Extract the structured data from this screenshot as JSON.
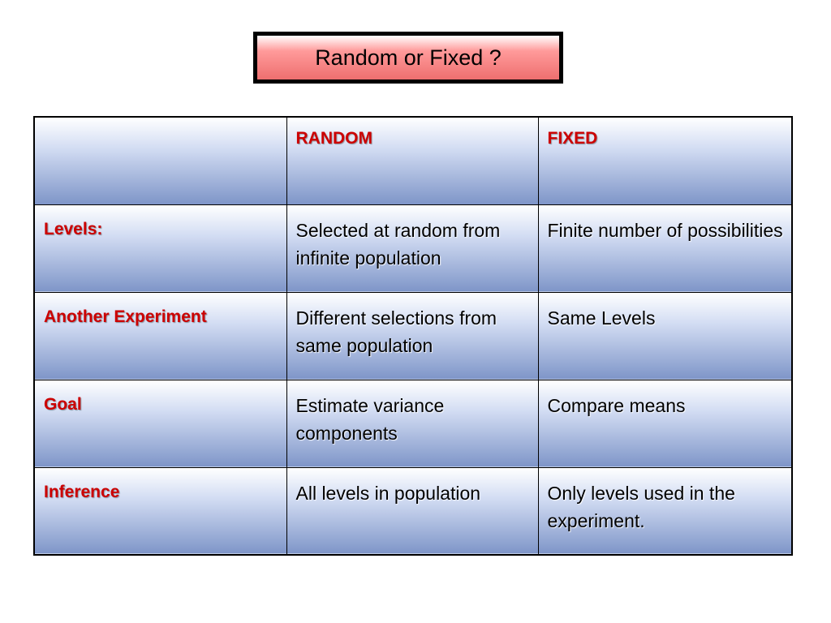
{
  "title": "Random or Fixed ?",
  "table": {
    "header": [
      "",
      "RANDOM",
      "FIXED"
    ],
    "rows": [
      [
        "Levels:",
        "Selected at random from infinite population",
        "Finite number of possibilities"
      ],
      [
        "Another Experiment",
        "Different selections from same population",
        "Same Levels"
      ],
      [
        "Goal",
        "Estimate variance components",
        "Compare means"
      ],
      [
        "Inference",
        "All levels in population",
        "Only levels used in the experiment."
      ]
    ]
  },
  "colors": {
    "label_red": "#cc0000",
    "title_fill": "#ee6f6f",
    "cell_fill": "#7e95c8",
    "border": "#000000"
  }
}
